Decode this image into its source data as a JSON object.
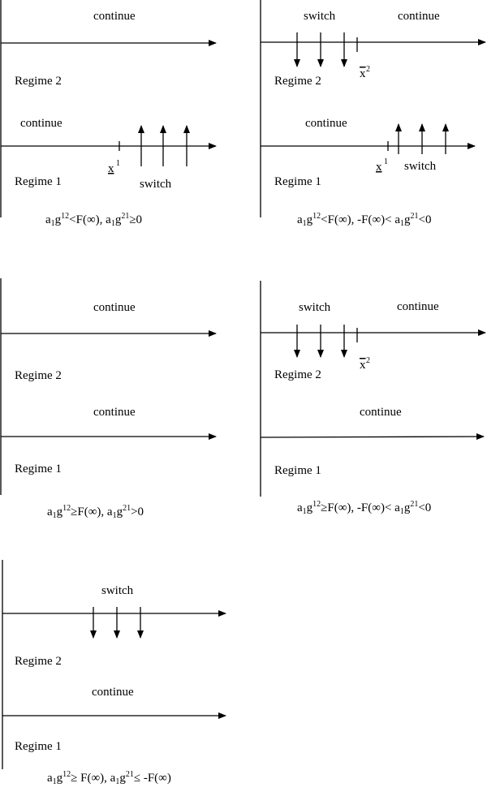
{
  "labels": {
    "continue": "continue",
    "switch": "switch",
    "regime1": "Regime 1",
    "regime2": "Regime 2",
    "x_lower": "x",
    "x_upper": "x",
    "sup1": "1",
    "sup2": "2"
  },
  "captions": {
    "p1": {
      "a": "a",
      "s1": "1",
      "g": "g",
      "e1": "12",
      "m1": "<F(∞), a",
      "s2": "1",
      "g2": "g",
      "e2": "21",
      "m2": "≥0"
    },
    "p2": {
      "a": "a",
      "s1": "1",
      "g": "g",
      "e1": "12",
      "m1": "<F(∞), -F(∞)< a",
      "s2": "1",
      "g2": "g",
      "e2": "21",
      "m2": "<0"
    },
    "p3": {
      "a": "a",
      "s1": "1",
      "g": "g",
      "e1": "12",
      "m1": "≥F(∞), a",
      "s2": "1",
      "g2": "g",
      "e2": "21",
      "m2": ">0"
    },
    "p4": {
      "a": "a",
      "s1": "1",
      "g": "g",
      "e1": "12",
      "m1": "≥F(∞), -F(∞)< a",
      "s2": "1",
      "g2": "g",
      "e2": "21",
      "m2": "<0"
    },
    "p5": {
      "a": "a",
      "s1": "1",
      "g": "g",
      "e1": "12",
      "m1": "≥ F(∞), a",
      "s2": "1",
      "g2": "g",
      "e2": "21",
      "m2": "≤ -F(∞)"
    }
  }
}
